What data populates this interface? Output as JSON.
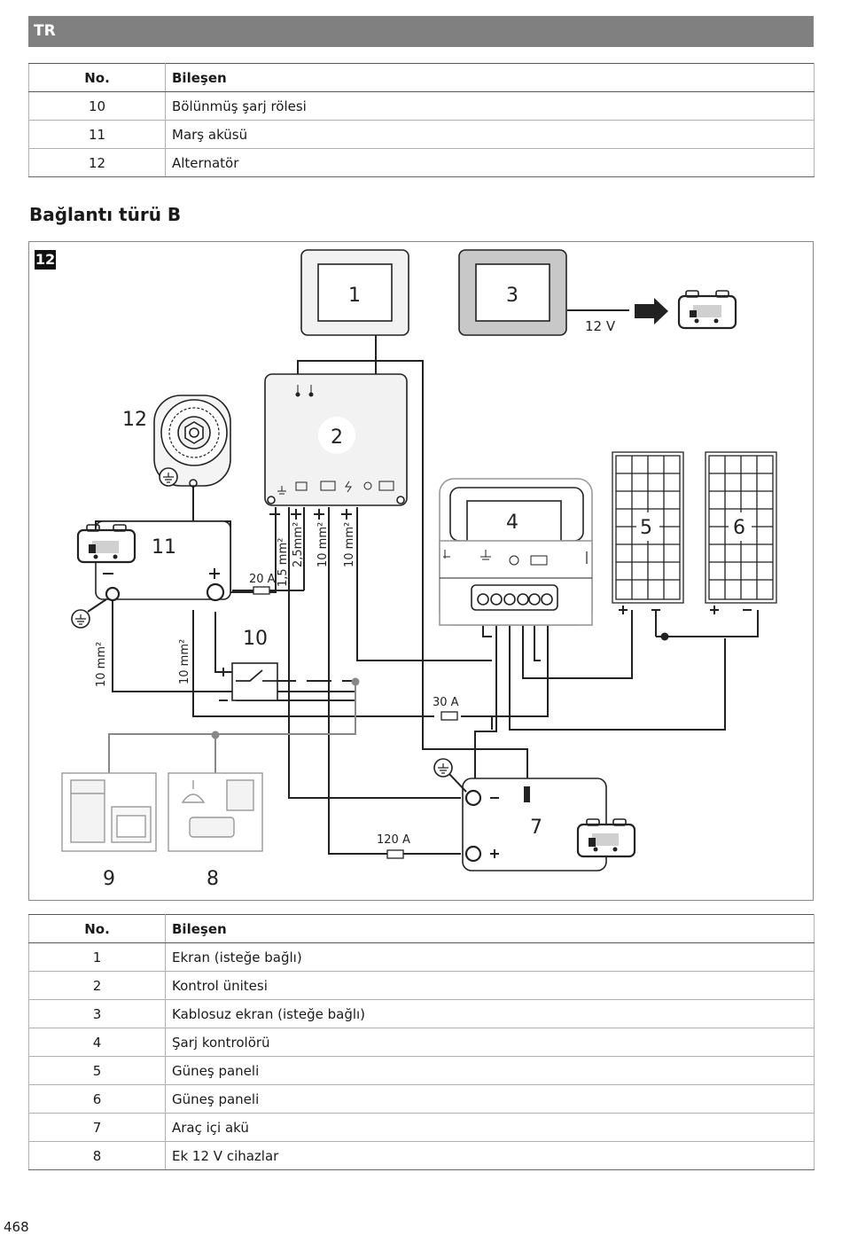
{
  "header": {
    "lang": "TR"
  },
  "table_top": {
    "headers": [
      "No.",
      "Bileşen"
    ],
    "rows": [
      {
        "no": "10",
        "name": "Bölünmüş şarj rölesi"
      },
      {
        "no": "11",
        "name": "Marş aküsü"
      },
      {
        "no": "12",
        "name": "Alternatör"
      }
    ]
  },
  "section": {
    "title": "Bağlantı türü B"
  },
  "figure": {
    "badge": "12",
    "labels": {
      "c1": "1",
      "c2": "2",
      "c3": "3",
      "c4": "4",
      "c5": "5",
      "c6": "6",
      "c7": "7",
      "c8": "8",
      "c9": "9",
      "c10": "10",
      "c11": "11",
      "c12": "12"
    },
    "voltage": "12 V",
    "fuses": {
      "f20": "20 A",
      "f30": "30 A",
      "f120": "120 A"
    },
    "cables": {
      "w15": "1,5 mm²",
      "w25": "2,5mm²",
      "w10a": "10 mm²",
      "w10b": "10 mm²",
      "w10c": "10 mm²",
      "w10d": "10 mm²"
    }
  },
  "table_bottom": {
    "headers": [
      "No.",
      "Bileşen"
    ],
    "rows": [
      {
        "no": "1",
        "name": "Ekran (isteğe bağlı)"
      },
      {
        "no": "2",
        "name": "Kontrol ünitesi"
      },
      {
        "no": "3",
        "name": "Kablosuz ekran (isteğe bağlı)"
      },
      {
        "no": "4",
        "name": "Şarj kontrolörü"
      },
      {
        "no": "5",
        "name": "Güneş paneli"
      },
      {
        "no": "6",
        "name": "Güneş paneli"
      },
      {
        "no": "7",
        "name": "Araç içi akü"
      },
      {
        "no": "8",
        "name": "Ek 12 V cihazlar"
      }
    ]
  },
  "footer": {
    "page": "468"
  }
}
